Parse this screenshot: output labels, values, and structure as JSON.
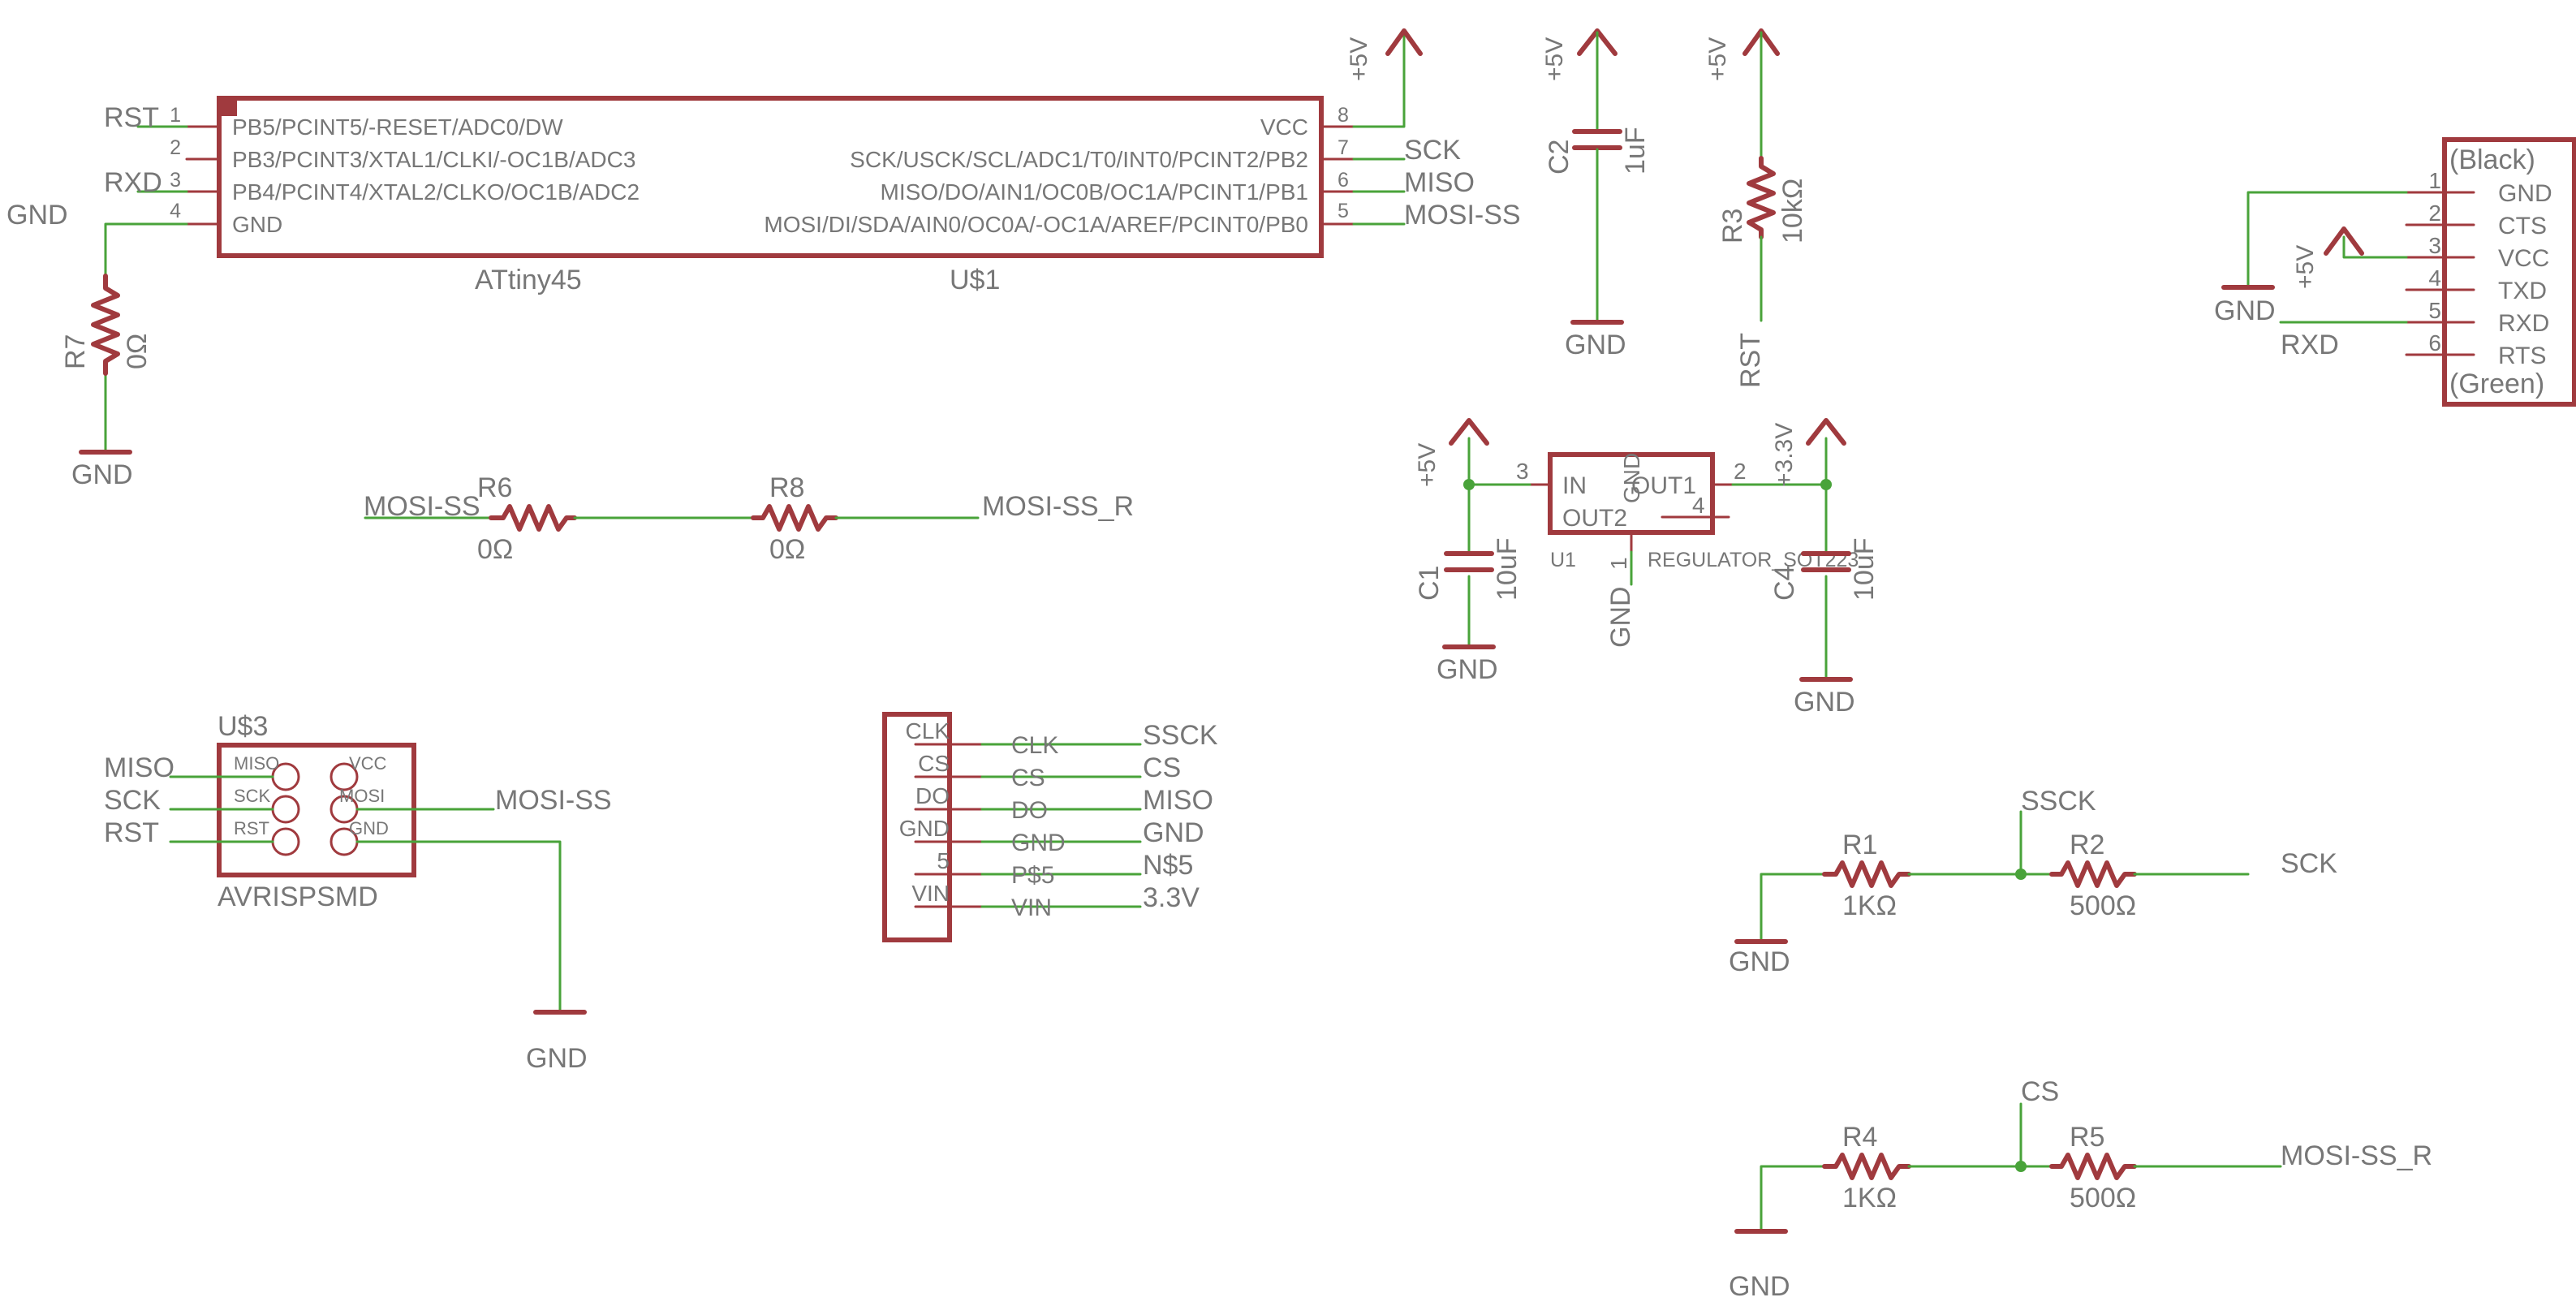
{
  "attiny": {
    "part": "ATtiny45",
    "name": "U$1",
    "pins_left": [
      {
        "num": "1",
        "label": "PB5/PCINT5/-RESET/ADC0/DW",
        "net": "RST"
      },
      {
        "num": "2",
        "label": "PB3/PCINT3/XTAL1/CLKI/-OC1B/ADC3",
        "net": ""
      },
      {
        "num": "3",
        "label": "PB4/PCINT4/XTAL2/CLKO/OC1B/ADC2",
        "net": "RXD"
      },
      {
        "num": "4",
        "label": "GND",
        "net": ""
      }
    ],
    "pins_right": [
      {
        "num": "8",
        "label": "VCC",
        "net": ""
      },
      {
        "num": "7",
        "label": "SCK/USCK/SCL/ADC1/T0/INT0/PCINT2/PB2",
        "net": "SCK"
      },
      {
        "num": "6",
        "label": "MISO/DO/AIN1/OC0B/OC1A/PCINT1/PB1",
        "net": "MISO"
      },
      {
        "num": "5",
        "label": "MOSI/DI/SDA/AIN0/OC0A/-OC1A/AREF/PCINT0/PB0",
        "net": "MOSI-SS"
      }
    ],
    "gnd_net": "GND",
    "vcc_supply": "+5V"
  },
  "r7": {
    "name": "R7",
    "value": "0Ω",
    "gnd": "GND"
  },
  "c2": {
    "name": "C2",
    "value": "1uF",
    "supply": "+5V",
    "gnd": "GND"
  },
  "r3": {
    "name": "R3",
    "value": "10kΩ",
    "supply": "+5V",
    "net": "RST"
  },
  "ftdi": {
    "top": "(Black)",
    "bottom": "(Green)",
    "pins": [
      {
        "num": "1",
        "label": "GND"
      },
      {
        "num": "2",
        "label": "CTS"
      },
      {
        "num": "3",
        "label": "VCC"
      },
      {
        "num": "4",
        "label": "TXD"
      },
      {
        "num": "5",
        "label": "RXD"
      },
      {
        "num": "6",
        "label": "RTS"
      }
    ],
    "gnd": "GND",
    "supply": "+5V",
    "rxd_net": "RXD"
  },
  "mosi_chain": {
    "left_net": "MOSI-SS",
    "right_net": "MOSI-SS_R",
    "r6": {
      "name": "R6",
      "value": "0Ω"
    },
    "r8": {
      "name": "R8",
      "value": "0Ω"
    }
  },
  "regulator": {
    "name": "U1",
    "part": "REGULATOR_SOT223",
    "pin_in": "IN",
    "pin_out1": "OUT1",
    "pin_out2": "OUT2",
    "pin_gnd": "GND",
    "num_in": "3",
    "num_out1": "2",
    "num_out2": "4",
    "num_gnd": "1",
    "gnd_net": "GND",
    "in_supply": "+5V",
    "out_supply": "+3.3V",
    "c1": {
      "name": "C1",
      "value": "10uF",
      "gnd": "GND"
    },
    "c4": {
      "name": "C4",
      "value": "10uF",
      "gnd": "GND"
    }
  },
  "isp": {
    "name": "U$3",
    "part": "AVRISPSMD",
    "pin_labels": [
      "MISO",
      "VCC",
      "SCK",
      "MOSI",
      "RST",
      "GND"
    ],
    "net_miso": "MISO",
    "net_sck": "SCK",
    "net_rst": "RST",
    "net_mosi": "MOSI-SS",
    "gnd": "GND"
  },
  "sd_header": {
    "pins": [
      {
        "inner": "CLK",
        "wire": "CLK",
        "net": "SSCK"
      },
      {
        "inner": "CS",
        "wire": "CS",
        "net": "CS"
      },
      {
        "inner": "DO",
        "wire": "DO",
        "net": "MISO"
      },
      {
        "inner": "GND",
        "wire": "GND",
        "net": "GND"
      },
      {
        "inner": "5",
        "wire": "P$5",
        "net": "N$5"
      },
      {
        "inner": "VIN",
        "wire": "VIN",
        "net": "3.3V"
      }
    ]
  },
  "divider_sck": {
    "r1": {
      "name": "R1",
      "value": "1KΩ"
    },
    "r2": {
      "name": "R2",
      "value": "500Ω"
    },
    "mid_net": "SSCK",
    "right_net": "SCK",
    "gnd": "GND"
  },
  "divider_cs": {
    "r4": {
      "name": "R4",
      "value": "1KΩ"
    },
    "r5": {
      "name": "R5",
      "value": "500Ω"
    },
    "mid_net": "CS",
    "right_net": "MOSI-SS_R",
    "gnd": "GND"
  }
}
